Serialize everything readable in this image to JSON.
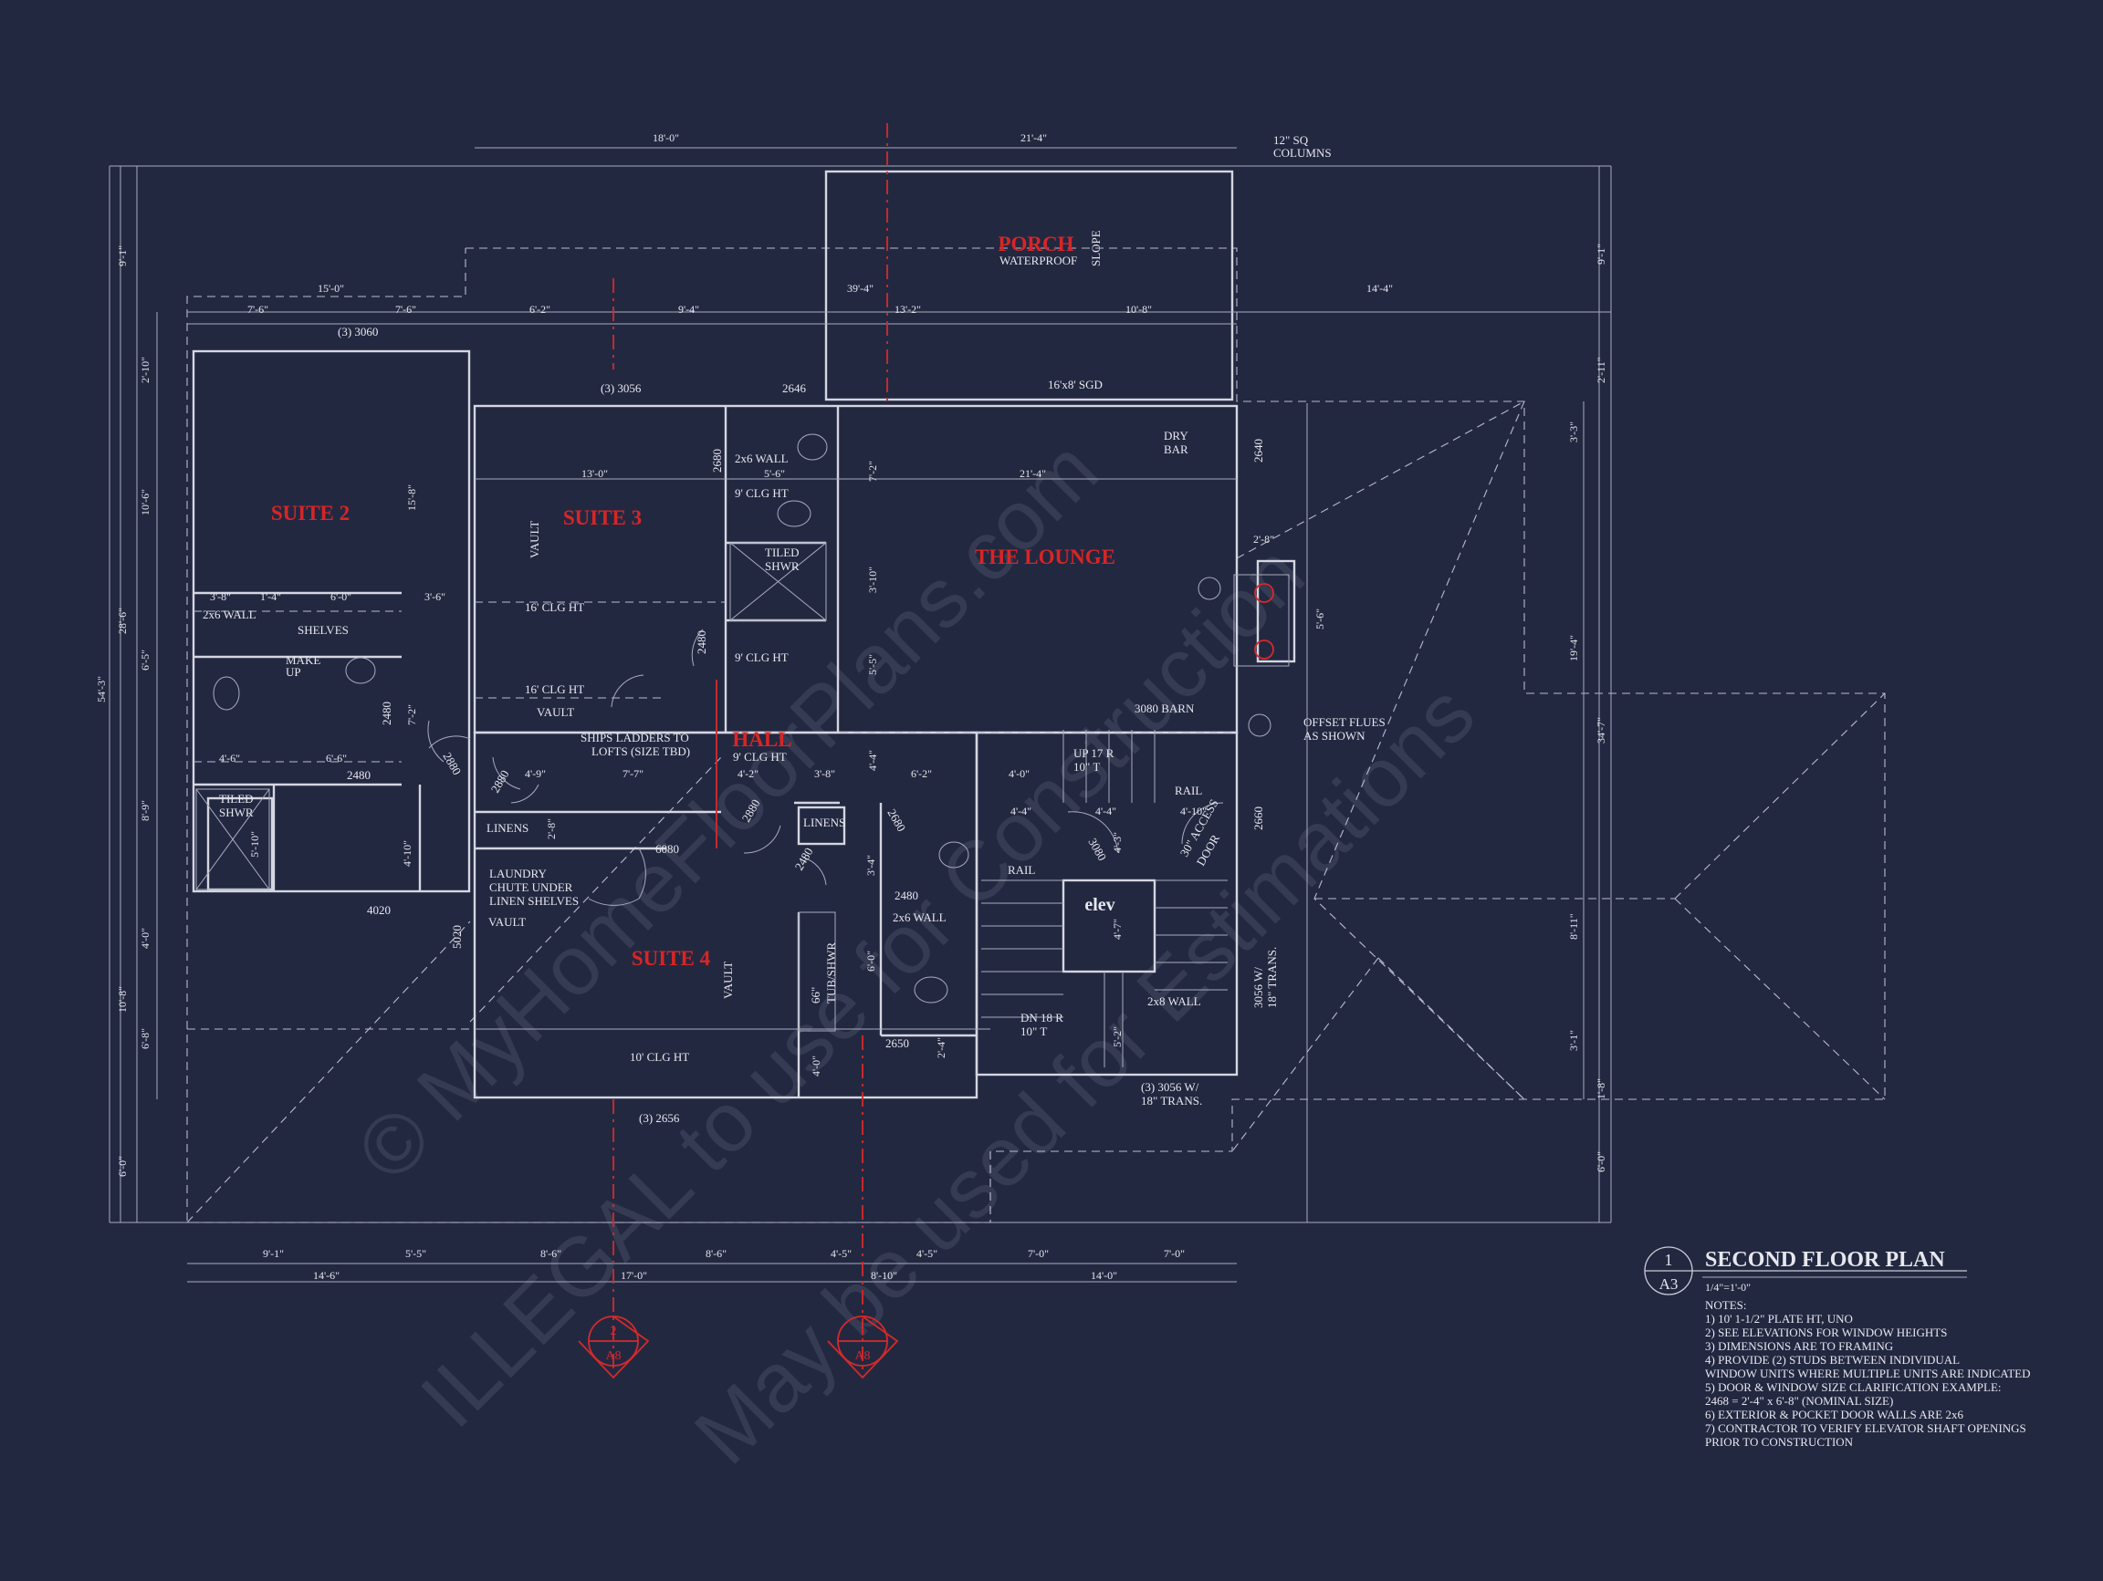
{
  "title": {
    "number": "1",
    "sheet": "A3",
    "name": "SECOND FLOOR PLAN",
    "scale": "1/4\"=1'-0\""
  },
  "notes": {
    "heading": "NOTES:",
    "lines": [
      "1) 10' 1-1/2\" PLATE HT, UNO",
      "2) SEE ELEVATIONS FOR WINDOW HEIGHTS",
      "3) DIMENSIONS ARE TO FRAMING",
      "4) PROVIDE (2) STUDS BETWEEN INDIVIDUAL",
      "    WINDOW UNITS WHERE MULTIPLE UNITS ARE INDICATED",
      "5) DOOR & WINDOW SIZE CLARIFICATION EXAMPLE:",
      "    2468 = 2'-4\" x 6'-8\" (NOMINAL SIZE)",
      "6) EXTERIOR & POCKET DOOR WALLS ARE 2x6",
      "7) CONTRACTOR TO VERIFY ELEVATOR SHAFT OPENINGS",
      "    PRIOR TO CONSTRUCTION"
    ]
  },
  "rooms": {
    "porch": "PORCH",
    "suite2": "SUITE 2",
    "suite3": "SUITE 3",
    "lounge": "THE LOUNGE",
    "hall": "HALL",
    "suite4": "SUITE 4"
  },
  "labels": {
    "waterproof": "WATERPROOF",
    "slope": "SLOPE",
    "columns_a": "12\" SQ",
    "columns_b": "COLUMNS",
    "w3060": "(3) 3060",
    "w3056": "(3) 3056",
    "w2646": "2646",
    "sgd": "16'x8' SGD",
    "dry_bar_a": "DRY",
    "dry_bar_b": "BAR",
    "w2640": "2640",
    "wall2x6_a": "2x6 WALL",
    "clg9_a": "9' CLG HT",
    "tiled_shwr_a": "TILED",
    "tiled_shwr_b": "SHWR",
    "clg9_b": "9' CLG HT",
    "clg16_a": "16' CLG HT",
    "clg16_b": "16' CLG HT",
    "vault_a": "VAULT",
    "vault_b": "VAULT",
    "vault_c": "VAULT",
    "vault_d": "VAULT",
    "barn": "3080 BARN",
    "offset_a": "OFFSET FLUES",
    "offset_b": "AS SHOWN",
    "wall2x6_b": "2x6 WALL",
    "shelves": "SHELVES",
    "makeup_a": "MAKE",
    "makeup_b": "UP",
    "ships_a": "SHIPS LADDERS TO",
    "ships_b": "LOFTS (SIZE TBD)",
    "hall_clg": "9' CLG HT",
    "up": "UP 17 R",
    "up_t": "10\" T",
    "rail_a": "RAIL",
    "rail_b": "RAIL",
    "access_a": "30\" ACCESS",
    "access_b": "DOOR",
    "linens_a": "LINENS",
    "linens_b": "LINENS",
    "tiled_b_a": "TILED",
    "tiled_b_b": "SHWR",
    "laundry_a": "LAUNDRY",
    "laundry_b": "CHUTE UNDER",
    "laundry_c": "LINEN SHELVES",
    "w4020": "4020",
    "w5020": "5020",
    "w6080": "6080",
    "w2480_a": "2480",
    "w2480_b": "2480",
    "w2480_c": "2480",
    "w2480_d": "2480",
    "w2480_e": "2480",
    "w2680_a": "2680",
    "w2680_b": "2680",
    "w2880_a": "2880",
    "w2880_b": "2880",
    "w2880_c": "2880",
    "w2660": "2660",
    "w3080": "3080",
    "elev": "elev",
    "wall2x8": "2x8 WALL",
    "dn": "DN 18 R",
    "dn_t": "10\" T",
    "tub_a": "66\"",
    "tub_b": "TUB/SHWR",
    "wall2x6_c": "2x6 WALL",
    "w2650": "2650",
    "clg10": "10' CLG HT",
    "w2656": "(3) 2656",
    "w3056b_a": "(3) 3056 W/",
    "w3056b_b": "18\" TRANS.",
    "trans_a": "3056 W/",
    "trans_b": "18\" TRANS.",
    "sec2_num": "2",
    "sec2_ref": "A8",
    "sec1_num": "1",
    "sec1_ref": "A8"
  },
  "dimensions": {
    "d18_0": "18'-0\"",
    "d21_4_top": "21'-4\"",
    "d15_0": "15'-0\"",
    "d39_4": "39'-4\"",
    "d14_4": "14'-4\"",
    "d7_6a": "7'-6\"",
    "d7_6b": "7'-6\"",
    "d6_2": "6'-2\"",
    "d9_4": "9'-4\"",
    "d13_2": "13'-2\"",
    "d10_8": "10'-8\"",
    "d13_0": "13'-0\"",
    "d5_6": "5'-6\"",
    "d21_4": "21'-4\"",
    "d7_2a": "7'-2\"",
    "d3_10": "3'-10\"",
    "d5_5": "5'-5\"",
    "d2_8": "2'-8\"",
    "d5_6v": "5'-6\"",
    "d19_4": "19'-4\"",
    "d34_7": "34'-7\"",
    "d8_11": "8'-11\"",
    "d3_1": "3'-1\"",
    "d3_3": "3'-3\"",
    "d2_11": "2'-11\"",
    "d9_1r": "9'-1\"",
    "d6_0r": "6'-0\"",
    "d1_8": "1'-8\"",
    "d9_1": "9'-1\"",
    "d2_10": "2'-10\"",
    "d10_6": "10'-6\"",
    "d28_6": "28'-6\"",
    "d54_3": "54'-3\"",
    "d6_5": "6'-5\"",
    "d8_9": "8'-9\"",
    "d4_0": "4'-0\"",
    "d10_8v": "10'-8\"",
    "d6_8": "6'-8\"",
    "d6_0": "6'-0\"",
    "d15_8": "15'-8\"",
    "d3_8": "3'-8\"",
    "d1_4": "1'-4\"",
    "d6_0h": "6'-0\"",
    "d3_6": "3'-6\"",
    "d7_2b": "7'-2\"",
    "d4_6": "4'-6\"",
    "d6_6": "6'-6\"",
    "d5_10": "5'-10\"",
    "d4_10": "4'-10\"",
    "d4_9": "4'-9\"",
    "d7_7": "7'-7\"",
    "d4_2": "4'-2\"",
    "d3_8b": "3'-8\"",
    "d6_2b": "6'-2\"",
    "d4_0b": "4'-0\"",
    "d4_4": "4'-4\"",
    "d4_4b": "4'-4\"",
    "d4_4c": "4'-4\"",
    "d4_10b": "4'-10\"",
    "d4_3": "4'-3\"",
    "d3_4": "3'-4\"",
    "d6_0c": "6'-0\"",
    "d4_0c": "4'-0\"",
    "d2_4": "2'-4\"",
    "d4_7": "4'-7\"",
    "d5_2": "5'-2\"",
    "d2_8b": "2'-8\"",
    "b9_1": "9'-1\"",
    "b5_5": "5'-5\"",
    "b8_6a": "8'-6\"",
    "b8_6b": "8'-6\"",
    "b4_5a": "4'-5\"",
    "b4_5b": "4'-5\"",
    "b7_0a": "7'-0\"",
    "b7_0b": "7'-0\"",
    "b14_6": "14'-6\"",
    "b17_0": "17'-0\"",
    "b8_10": "8'-10\"",
    "b14_0": "14'-0\""
  },
  "watermark": {
    "line1": "© MyHomeFloorPlans.com",
    "line2": "ILLEGAL to use for Construction",
    "line3": "May be used for Estimations"
  },
  "colors": {
    "background": "#232841",
    "linework": "#c9cbd6",
    "room_label": "#d92525",
    "section_marker": "#d42a2a"
  }
}
